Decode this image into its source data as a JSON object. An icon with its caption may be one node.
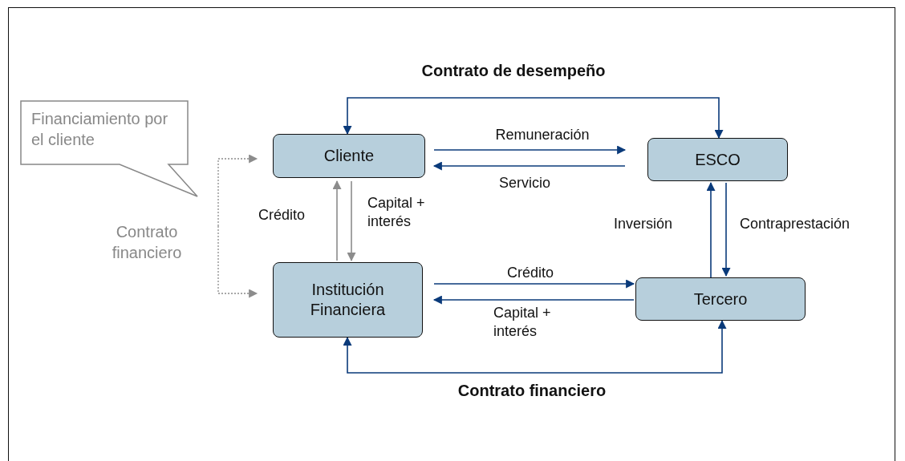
{
  "diagram": {
    "nodes": [
      {
        "text": [
          "Cliente"
        ]
      },
      {
        "text": [
          "ESCO"
        ]
      },
      {
        "text": [
          "Institución Financiera"
        ]
      },
      {
        "text": [
          "Tercero"
        ]
      },
      {
        "text": [
          "Financiamiento por el cliente"
        ]
      }
    ],
    "edges": [
      {
        "from": 0,
        "to": 1,
        "arrow": "both",
        "label": "Contrato de desempeño"
      },
      {
        "from": 0,
        "to": 1,
        "arrow": "to",
        "label": "Remuneración"
      },
      {
        "from": 1,
        "to": 0,
        "arrow": "to",
        "label": "Servicio"
      },
      {
        "from": 2,
        "to": 0,
        "arrow": "to",
        "label": "Crédito",
        "color": "#8c8c8c"
      },
      {
        "from": 0,
        "to": 2,
        "arrow": "to",
        "label": "Capital + interés",
        "color": "#8c8c8c"
      },
      {
        "from": 3,
        "to": 1,
        "arrow": "to",
        "label": "Inversión"
      },
      {
        "from": 1,
        "to": 3,
        "arrow": "to",
        "label": "Contraprestación"
      },
      {
        "from": 2,
        "to": 3,
        "arrow": "to",
        "label": "Crédito"
      },
      {
        "from": 3,
        "to": 2,
        "arrow": "to",
        "label": "Capital + interés"
      },
      {
        "from": 2,
        "to": 3,
        "arrow": "both",
        "label": "Contrato financiero"
      },
      {
        "from": null,
        "to": 0,
        "arrow": "to",
        "style": "dashed",
        "color": "#8c8c8c"
      },
      {
        "from": null,
        "to": 2,
        "arrow": "to",
        "style": "dashed",
        "color": "#8c8c8c"
      }
    ],
    "labels": [
      "Contrato financiero"
    ]
  }
}
